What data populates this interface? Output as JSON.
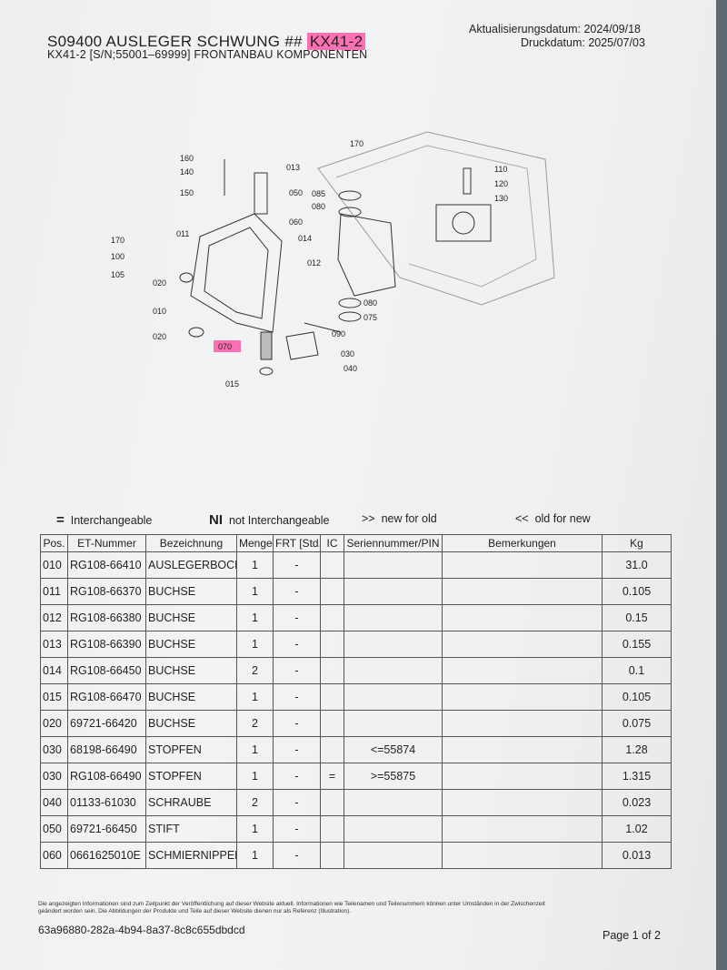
{
  "header": {
    "title_prefix": "S09400 AUSLEGER SCHWUNG ##",
    "title_highlight": "KX41-2",
    "subtitle": "KX41-2 [S/N;55001–69999] FRONTANBAU KOMPONENTEN",
    "updated": "Aktualisierungsdatum: 2024/09/18",
    "printed": "Druckdatum: 2025/07/03"
  },
  "diagram": {
    "callouts": [
      "160",
      "140",
      "150",
      "013",
      "050",
      "060",
      "011",
      "014",
      "170",
      "100",
      "105",
      "020",
      "012",
      "010",
      "020",
      "070",
      "030",
      "090",
      "040",
      "015",
      "170",
      "085",
      "080",
      "110",
      "120",
      "130",
      "080",
      "075"
    ],
    "highlight_color": "#ff6fb3"
  },
  "legend": {
    "interchangeable_symbol": "=",
    "interchangeable": "Interchangeable",
    "not_interchangeable_symbol": "NI",
    "not_interchangeable": "not Interchangeable",
    "new_for_old_symbol": ">>",
    "new_for_old": "new for old",
    "old_for_new_symbol": "<<",
    "old_for_new": "old for new"
  },
  "table": {
    "headers": [
      "Pos.",
      "ET-Nummer",
      "Bezeichnung",
      "Menge",
      "FRT [Std.]",
      "IC",
      "Seriennummer/PIN",
      "Bemerkungen",
      "Kg"
    ],
    "rows": [
      [
        "010",
        "RG108-66410",
        "AUSLEGERBOCK",
        "1",
        "-",
        "",
        "",
        "",
        "31.0"
      ],
      [
        "011",
        "RG108-66370",
        "BUCHSE",
        "1",
        "-",
        "",
        "",
        "",
        "0.105"
      ],
      [
        "012",
        "RG108-66380",
        "BUCHSE",
        "1",
        "-",
        "",
        "",
        "",
        "0.15"
      ],
      [
        "013",
        "RG108-66390",
        "BUCHSE",
        "1",
        "-",
        "",
        "",
        "",
        "0.155"
      ],
      [
        "014",
        "RG108-66450",
        "BUCHSE",
        "2",
        "-",
        "",
        "",
        "",
        "0.1"
      ],
      [
        "015",
        "RG108-66470",
        "BUCHSE",
        "1",
        "-",
        "",
        "",
        "",
        "0.105"
      ],
      [
        "020",
        "69721-66420",
        "BUCHSE",
        "2",
        "-",
        "",
        "",
        "",
        "0.075"
      ],
      [
        "030",
        "68198-66490",
        "STOPFEN",
        "1",
        "-",
        "",
        "<=55874",
        "",
        "1.28"
      ],
      [
        "030",
        "RG108-66490",
        "STOPFEN",
        "1",
        "-",
        "=",
        ">=55875",
        "",
        "1.315"
      ],
      [
        "040",
        "01133-61030",
        "SCHRAUBE",
        "2",
        "-",
        "",
        "",
        "",
        "0.023"
      ],
      [
        "050",
        "69721-66450",
        "STIFT",
        "1",
        "-",
        "",
        "",
        "",
        "1.02"
      ],
      [
        "060",
        "0661625010E",
        "SCHMIERNIPPEL",
        "1",
        "-",
        "",
        "",
        "",
        "0.013"
      ]
    ]
  },
  "footer": {
    "note": "Die angezeigten Informationen sind zum Zeitpunkt der Veröffentlichung auf dieser Website aktuell. Informationen wie Teilenamen und Teilenummern können unter Umständen in der Zwischenzeit geändert worden sein. Die Abbildungen der Produkte und Teile auf dieser Website dienen nur als Referenz (Illustration).",
    "uuid": "63a96880-282a-4b94-8a37-8c8c655dbdcd",
    "page": "Page 1 of 2"
  }
}
